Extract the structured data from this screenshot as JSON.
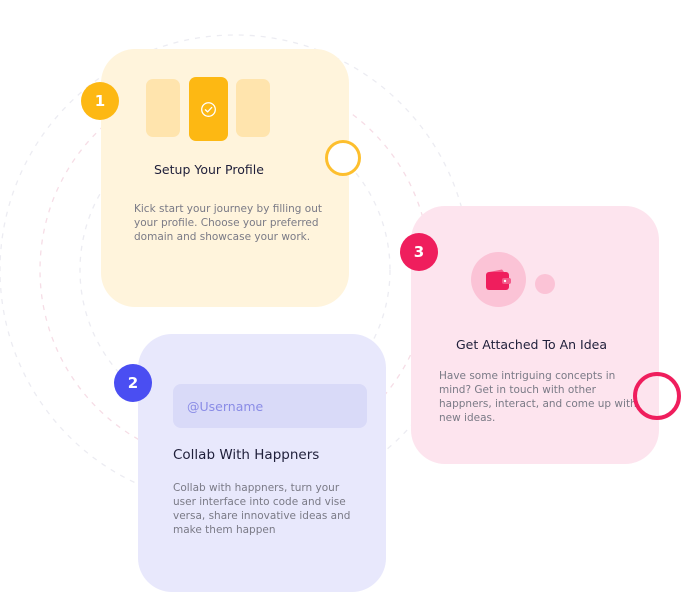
{
  "colors": {
    "yellow": "#fdb813",
    "blue": "#4a4ef2",
    "pink": "#ef1e5d"
  },
  "steps": [
    {
      "number": "1",
      "title": "Setup Your Profile",
      "description": "Kick start your journey by filling out your profile. Choose your preferred domain and showcase your work.",
      "icon": "check-circle-icon"
    },
    {
      "number": "2",
      "title": "Collab With Happners",
      "description": "Collab with happners, turn your user interface into code and vise versa, share innovative ideas and make them happen",
      "input_placeholder": "@Username"
    },
    {
      "number": "3",
      "title": "Get Attached To An Idea",
      "description": "Have some intriguing concepts in mind? Get in touch with other happners, interact, and come up with new ideas.",
      "icon": "wallet-icon"
    }
  ]
}
